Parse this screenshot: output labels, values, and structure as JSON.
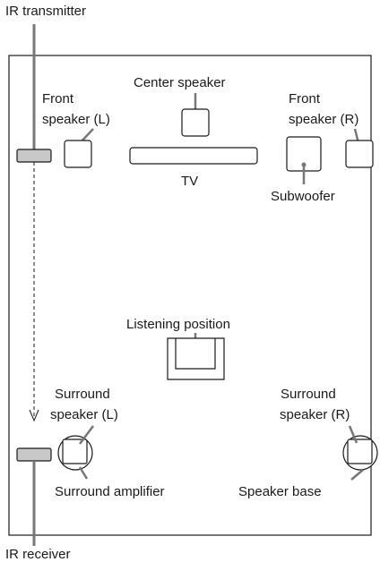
{
  "labels": {
    "ir_transmitter": "IR transmitter",
    "ir_receiver": "IR receiver",
    "center_speaker": "Center speaker",
    "front_speaker_l_line1": "Front",
    "front_speaker_l_line2": "speaker (L)",
    "front_speaker_r_line1": "Front",
    "front_speaker_r_line2": "speaker (R)",
    "tv": "TV",
    "subwoofer": "Subwoofer",
    "listening_position": "Listening position",
    "surround_speaker_l_line1": "Surround",
    "surround_speaker_l_line2": "speaker (L)",
    "surround_speaker_r_line1": "Surround",
    "surround_speaker_r_line2": "speaker (R)",
    "surround_amplifier": "Surround amplifier",
    "speaker_base": "Speaker base"
  },
  "colors": {
    "line": "#1a1a1a",
    "leader": "#777777",
    "device_fill": "#c8c8c8"
  }
}
